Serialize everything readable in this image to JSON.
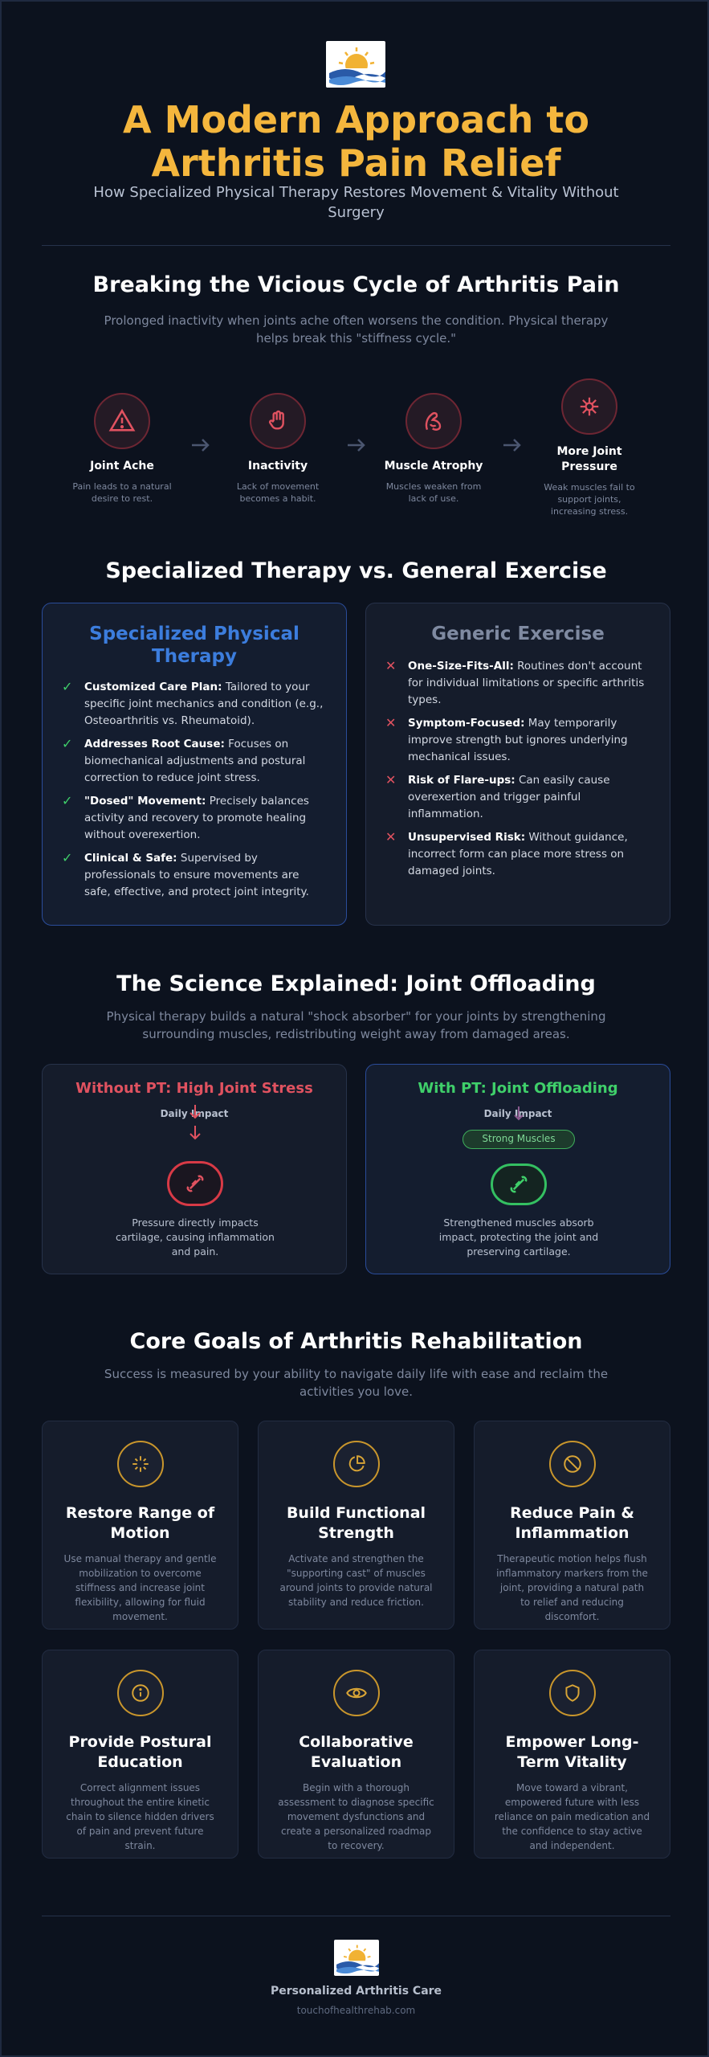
{
  "header": {
    "title": "A Modern Approach to Arthritis Pain Relief",
    "subtitle": "How Specialized Physical Therapy Restores Movement & Vitality Without Surgery"
  },
  "cycle": {
    "title": "Breaking the Vicious Cycle of Arthritis Pain",
    "subtitle": "Prolonged inactivity when joints ache often worsens the condition. Physical therapy helps break this \"stiffness cycle.\"",
    "steps": [
      {
        "icon": "warning-icon",
        "title": "Joint Ache",
        "desc": "Pain leads to a natural desire to rest."
      },
      {
        "icon": "hand-stop-icon",
        "title": "Inactivity",
        "desc": "Lack of movement becomes a habit."
      },
      {
        "icon": "weak-muscle-icon",
        "title": "Muscle Atrophy",
        "desc": "Muscles weaken from lack of use."
      },
      {
        "icon": "burst-icon",
        "title": "More Joint Pressure",
        "desc": "Weak muscles fail to support joints, increasing stress."
      }
    ]
  },
  "comparison": {
    "title": "Specialized Therapy vs. General Exercise",
    "specialized": {
      "heading": "Specialized Physical Therapy",
      "items": [
        {
          "label": "Customized Care Plan:",
          "text": " Tailored to your specific joint mechanics and condition (e.g., Osteoarthritis vs. Rheumatoid)."
        },
        {
          "label": "Addresses Root Cause:",
          "text": " Focuses on biomechanical adjustments and postural correction to reduce joint stress."
        },
        {
          "label": "\"Dosed\" Movement:",
          "text": " Precisely balances activity and recovery to promote healing without overexertion."
        },
        {
          "label": "Clinical & Safe:",
          "text": " Supervised by professionals to ensure movements are safe, effective, and protect joint integrity."
        }
      ]
    },
    "generic": {
      "heading": "Generic Exercise",
      "items": [
        {
          "label": "One-Size-Fits-All:",
          "text": " Routines don't account for individual limitations or specific arthritis types."
        },
        {
          "label": "Symptom-Focused:",
          "text": " May temporarily improve strength but ignores underlying mechanical issues."
        },
        {
          "label": "Risk of Flare-ups:",
          "text": " Can easily cause overexertion and trigger painful inflammation."
        },
        {
          "label": "Unsupervised Risk:",
          "text": " Without guidance, incorrect form can place more stress on damaged joints."
        }
      ]
    }
  },
  "science": {
    "title": "The Science Explained: Joint Offloading",
    "subtitle": "Physical therapy builds a natural \"shock absorber\" for your joints by strengthening surrounding muscles, redistributing weight away from damaged areas.",
    "without": {
      "heading": "Without PT: High Joint Stress",
      "impact": "Daily Impact",
      "desc": "Pressure directly impacts cartilage, causing inflammation and pain."
    },
    "with": {
      "heading": "With PT: Joint Offloading",
      "impact": "Daily Impact",
      "muscles": "Strong Muscles",
      "desc": "Strengthened muscles absorb impact, protecting the joint and preserving cartilage."
    }
  },
  "goals": {
    "title": "Core Goals of Arthritis Rehabilitation",
    "subtitle": "Success is measured by your ability to navigate daily life with ease and reclaim the activities you love.",
    "items": [
      {
        "icon": "sparkle-icon",
        "title": "Restore Range of Motion",
        "desc": "Use manual therapy and gentle mobilization to overcome stiffness and increase joint flexibility, allowing for fluid movement."
      },
      {
        "icon": "pie-chart-icon",
        "title": "Build Functional Strength",
        "desc": "Activate and strengthen the \"supporting cast\" of muscles around joints to provide natural stability and reduce friction."
      },
      {
        "icon": "ban-icon",
        "title": "Reduce Pain & Inflammation",
        "desc": "Therapeutic motion helps flush inflammatory markers from the joint, providing a natural path to relief and reducing discomfort."
      },
      {
        "icon": "info-icon",
        "title": "Provide Postural Education",
        "desc": "Correct alignment issues throughout the entire kinetic chain to silence hidden drivers of pain and prevent future strain."
      },
      {
        "icon": "eye-icon",
        "title": "Collaborative Evaluation",
        "desc": "Begin with a thorough assessment to diagnose specific movement dysfunctions and create a personalized roadmap to recovery."
      },
      {
        "icon": "shield-icon",
        "title": "Empower Long-Term Vitality",
        "desc": "Move toward a vibrant, empowered future with less reliance on pain medication and the confidence to stay active and independent."
      }
    ]
  },
  "footer": {
    "title": "Personalized Arthritis Care",
    "url": "touchofhealthrehab.com"
  },
  "colors": {
    "accent": "#f4b63d",
    "blue": "#3c7ddd",
    "red": "#e05260",
    "green": "#3fcf6a"
  }
}
